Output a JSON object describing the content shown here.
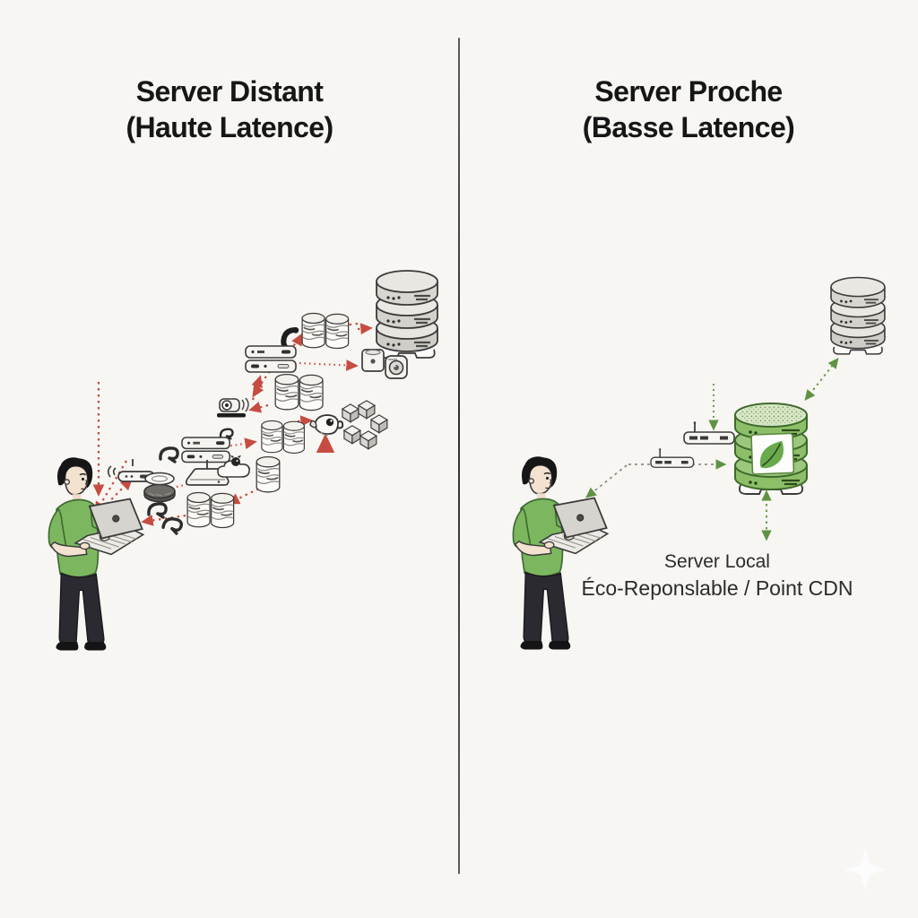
{
  "panels": {
    "left": {
      "title": "Server Distant",
      "subtitle": "(Haute Latence)"
    },
    "right": {
      "title": "Server Proche",
      "subtitle": "(Basse Latence)",
      "server_label_line1": "Server Local",
      "server_label_line2": "Éco-Reponslable / Point CDN"
    }
  },
  "colors": {
    "background": "#f7f6f2",
    "divider": "#3a3a40",
    "title_text": "#161616",
    "label_text": "#2b2b2b",
    "arrow_red": "#c13a2e",
    "arrow_green": "#5f9343",
    "arrow_gray": "#8f8f89",
    "eco_green": "#8cbf68",
    "shirt_green": "#7cb75f",
    "outline": "#3b3b3b"
  },
  "icons": {
    "left_flow": [
      "person-with-laptop",
      "wifi-router",
      "disc-stack",
      "hook-doodles",
      "database-pair",
      "rack-server",
      "router-bar",
      "surveillance-camera",
      "phone-handset",
      "cloud-creature",
      "fish-doodle",
      "cubes",
      "crate-box",
      "washer-box",
      "server-tower"
    ],
    "right_flow": [
      "person-with-laptop",
      "router-bar",
      "small-router",
      "eco-database-with-leaf",
      "server-tower"
    ]
  }
}
